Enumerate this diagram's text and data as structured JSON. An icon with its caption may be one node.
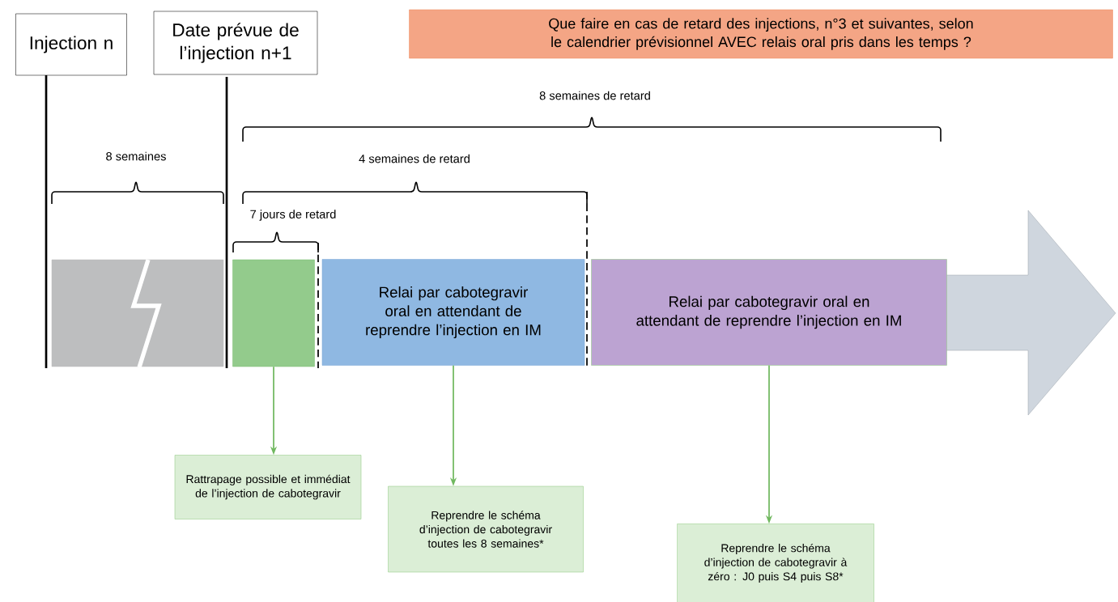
{
  "diagram": {
    "title": "Que faire en cas de retard des injections, n°3 et suivantes, selon le calendrier prévisionnel AVEC relais oral pris dans les temps ?",
    "nodes": [
      {
        "text": [
          "Injection n"
        ]
      },
      {
        "text": [
          "Date prévue de l’injection n+1"
        ]
      },
      {
        "text": [],
        "shape": "box"
      },
      {
        "text": [],
        "shape": "box"
      },
      {
        "text": [
          "Relai par cabotegravir oral en attendant de reprendre l’injection en IM"
        ]
      },
      {
        "text": [
          "Relai par cabotegravir oral en attendant de reprendre l’injection en IM"
        ]
      },
      {
        "text": [
          "Rattrapage possible et immédiat de l’injection de cabotegravir"
        ]
      },
      {
        "text": [
          "Reprendre le schéma d’injection de cabotegravir toutes les 8 semaines*"
        ]
      },
      {
        "text": [
          "Reprendre le schéma d’injection de cabotegravir à zéro : J0 puis S4 puis S8*"
        ]
      }
    ],
    "edges": [
      {
        "from": 3,
        "to": 6,
        "arrow": "to"
      },
      {
        "from": 4,
        "to": 7,
        "arrow": "to"
      },
      {
        "from": 5,
        "to": 8,
        "arrow": "to"
      }
    ],
    "labels": [
      "8 semaines de retard",
      "8 semaines",
      "4 semaines de retard",
      "7 jours de retard"
    ]
  }
}
